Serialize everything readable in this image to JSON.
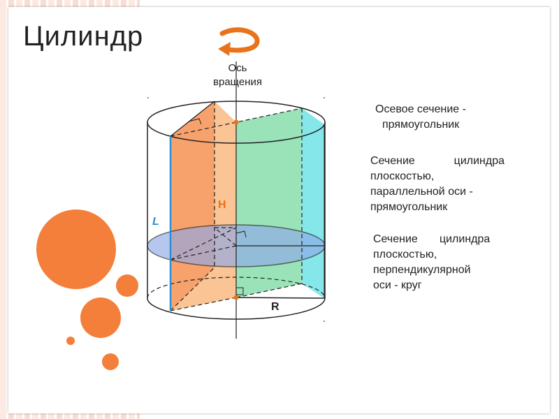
{
  "title": "Цилиндр",
  "axis_label": {
    "line1": "Ось",
    "line2": "вращения"
  },
  "diagram_labels": {
    "height": "H",
    "generatrix": "L",
    "radius": "R"
  },
  "captions": {
    "axial": {
      "line1": "Осевое сечение -",
      "line2": "прямоугольник"
    },
    "parallel": {
      "line1": "Сечение    цилиндра",
      "line2": "плоскостью,",
      "line3": "параллельной оси -",
      "line4": "прямоугольник"
    },
    "perpendicular": {
      "line1": "Сечение       цилиндра",
      "line2": "плоскостью,",
      "line3": "перпендикулярной",
      "line4": "оси - круг"
    }
  },
  "colors": {
    "accent_orange": "#f37f3b",
    "label_blue": "#2a8fd6",
    "label_orange": "#e8731a",
    "red_section": "#f06a4e",
    "orange_section": "#f8b070",
    "green_section": "#8fe0b0",
    "cyan_section": "#7fe6ea",
    "disk_blue": "#8fa8e8"
  }
}
